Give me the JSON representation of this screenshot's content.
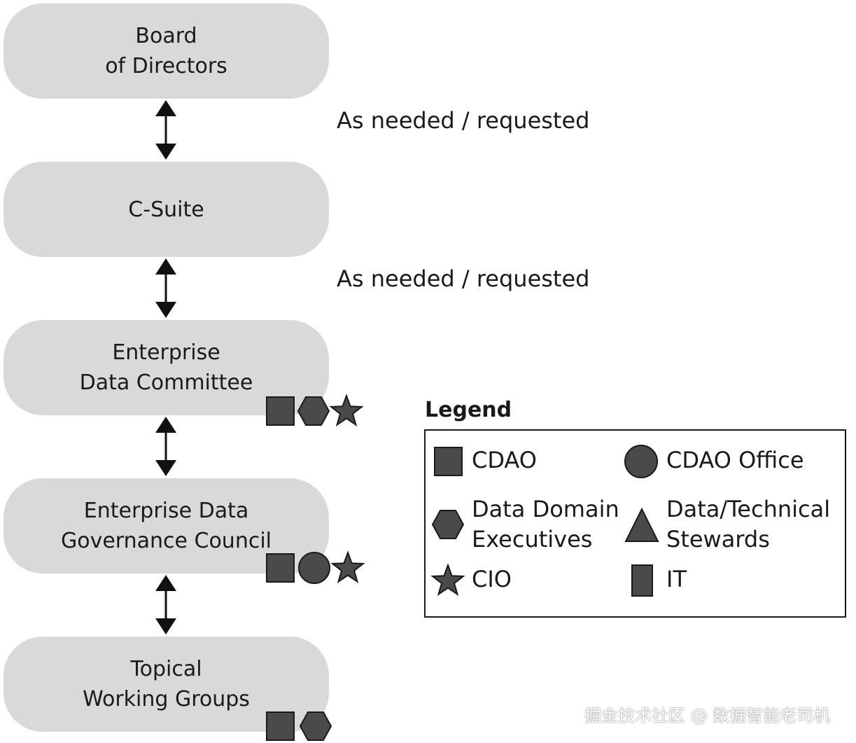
{
  "levels": [
    {
      "line1": "Board",
      "line2": "of Directors"
    },
    {
      "line1": "C-Suite",
      "line2": ""
    },
    {
      "line1": "Enterprise",
      "line2": "Data Committee"
    },
    {
      "line1": "Enterprise Data",
      "line2": "Governance Council"
    },
    {
      "line1": "Topical",
      "line2": "Working Groups"
    }
  ],
  "connections": [
    {
      "label": "As needed / requested"
    },
    {
      "label": "As needed / requested"
    }
  ],
  "legend": {
    "title": "Legend",
    "items": [
      {
        "shape": "square",
        "label": "CDAO"
      },
      {
        "shape": "circle",
        "label": "CDAO Office"
      },
      {
        "shape": "hexagon",
        "label_line1": "Data Domain",
        "label_line2": "Executives"
      },
      {
        "shape": "triangle",
        "label_line1": "Data/Technical",
        "label_line2": "Stewards"
      },
      {
        "shape": "star",
        "label": "CIO"
      },
      {
        "shape": "rectangle",
        "label": "IT"
      }
    ]
  },
  "role_markers": [
    {
      "level": "Enterprise Data Committee",
      "shapes": [
        "square",
        "hexagon",
        "star"
      ]
    },
    {
      "level": "Enterprise Data Governance Council",
      "shapes": [
        "square",
        "circle",
        "star"
      ]
    },
    {
      "level": "Topical Working Groups",
      "shapes": [
        "square",
        "hexagon"
      ]
    }
  ],
  "colors": {
    "box_fill": "#d9d9d9",
    "shape_fill": "#4a4a4a",
    "outline": "#1a1a1a"
  },
  "watermark": "掘金技术社区 @ 数据智能老司机"
}
